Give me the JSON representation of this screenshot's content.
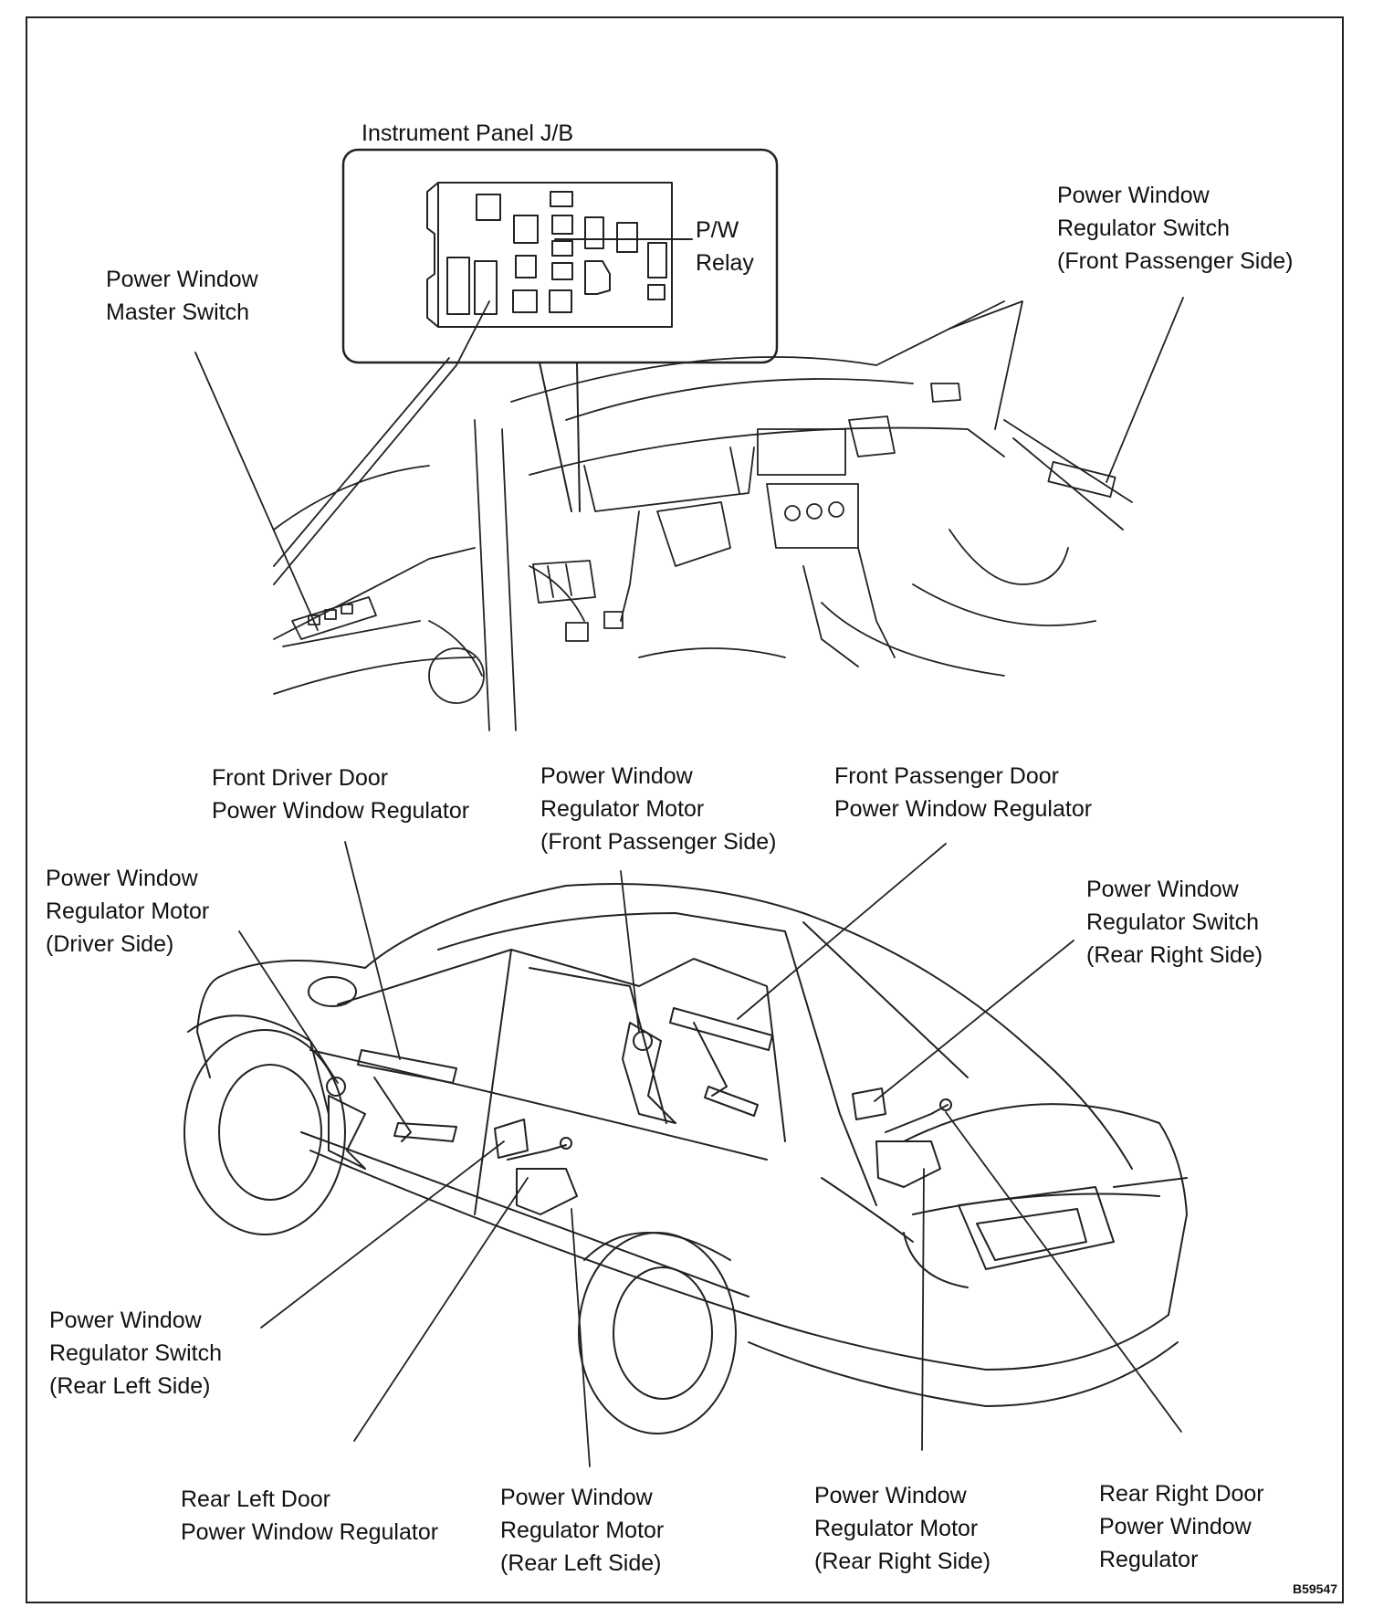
{
  "figure_code": "B59547",
  "labels": {
    "instrument_panel_jb": [
      "Instrument Panel J/B"
    ],
    "pw_relay": [
      "P/W",
      "Relay"
    ],
    "master_switch": [
      "Power Window",
      "Master Switch"
    ],
    "switch_front_passenger": [
      "Power Window",
      "Regulator Switch",
      "(Front Passenger Side)"
    ],
    "front_driver_regulator": [
      "Front Driver Door",
      "Power Window Regulator"
    ],
    "motor_front_passenger": [
      "Power Window",
      "Regulator Motor",
      "(Front Passenger Side)"
    ],
    "front_passenger_regulator": [
      "Front Passenger Door",
      "Power Window Regulator"
    ],
    "motor_driver": [
      "Power Window",
      "Regulator Motor",
      "(Driver Side)"
    ],
    "switch_rear_right": [
      "Power Window",
      "Regulator Switch",
      "(Rear Right Side)"
    ],
    "switch_rear_left": [
      "Power Window",
      "Regulator Switch",
      "(Rear Left Side)"
    ],
    "rear_left_regulator": [
      "Rear Left Door",
      "Power Window Regulator"
    ],
    "motor_rear_left": [
      "Power Window",
      "Regulator Motor",
      "(Rear Left Side)"
    ],
    "motor_rear_right": [
      "Power Window",
      "Regulator Motor",
      "(Rear Right Side)"
    ],
    "rear_right_regulator": [
      "Rear Right Door",
      "Power Window",
      "Regulator"
    ]
  }
}
